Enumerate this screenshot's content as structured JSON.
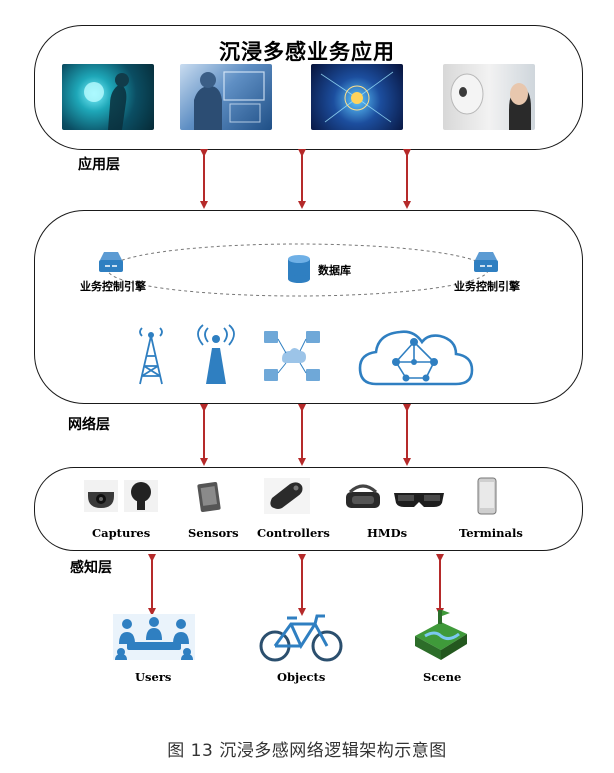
{
  "app_layer": {
    "title": "沉浸多感业务应用",
    "label": "应用层",
    "images": [
      "hologram-scene",
      "holographic-interface-scene",
      "digital-network-scene",
      "humanoid-robot-scene"
    ]
  },
  "network_layer": {
    "label": "网络层",
    "engine_left": "业务控制引擎",
    "engine_right": "业务控制引擎",
    "database": "数据库",
    "icons": [
      "cell-tower-icon",
      "radio-antenna-icon",
      "server-cluster-icon",
      "cloud-network-icon"
    ]
  },
  "perception_layer": {
    "label": "感知层",
    "devices": [
      "Captures",
      "Sensors",
      "Controllers",
      "HMDs",
      "Terminals"
    ],
    "entities": [
      "Users",
      "Objects",
      "Scene"
    ]
  },
  "caption": "图 13   沉浸多感网络逻辑架构示意图",
  "colors": {
    "arrow": "#b52a2a",
    "icon_blue": "#2f7fc1",
    "panel_border": "#1a1a1a"
  }
}
